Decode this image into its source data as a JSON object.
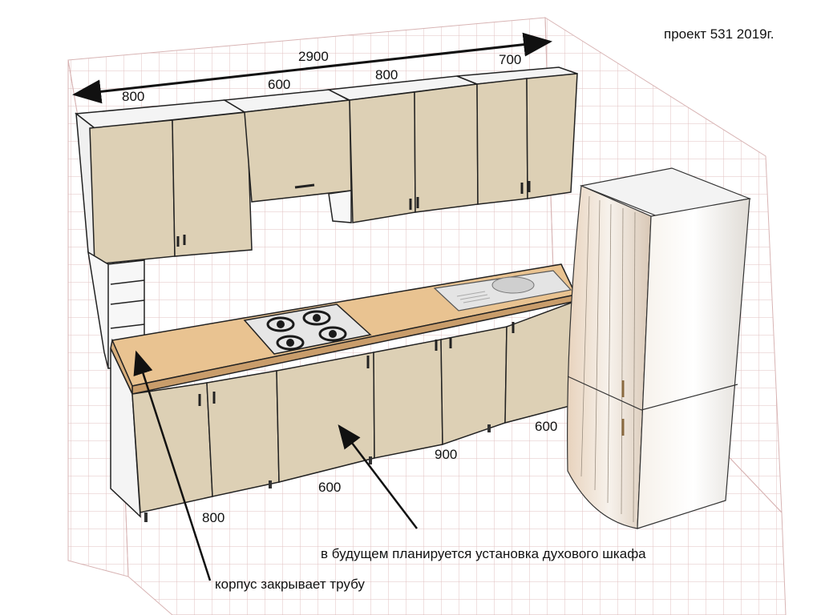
{
  "project_label": "проект 531  2019г.",
  "dimensions": {
    "total_width": "2900",
    "upper_800_left": "800",
    "upper_600": "600",
    "upper_800_right": "800",
    "upper_700": "700",
    "lower_800": "800",
    "lower_600": "600",
    "lower_900": "900",
    "fridge_600": "600"
  },
  "annotations": {
    "oven": "в будущем планируется установка духового шкафа",
    "pipe": "корпус закрывает трубу"
  },
  "colors": {
    "cabinet_front": "#ddd0b5",
    "countertop": "#e9c391",
    "grid_line": "#e2c2c2",
    "wall": "#ffffff",
    "outline": "#222222",
    "fridge": "#ecebea"
  }
}
